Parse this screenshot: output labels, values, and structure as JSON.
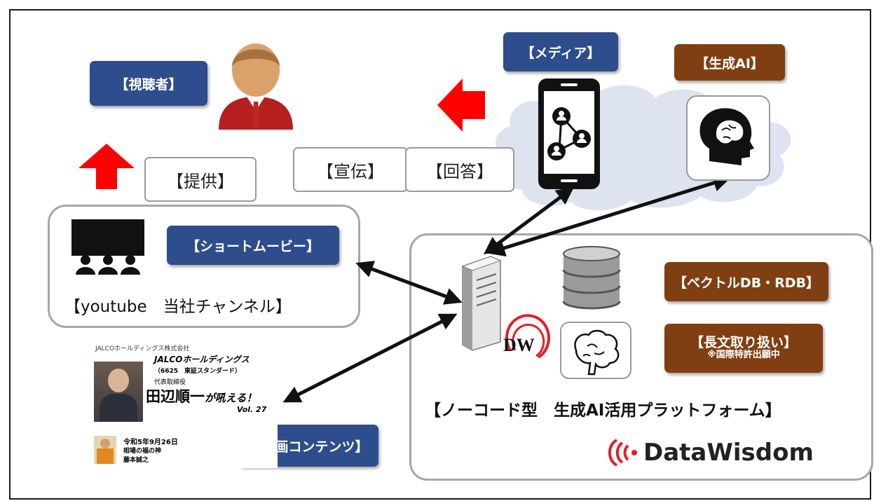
{
  "labels": {
    "viewer": "【視聴者】",
    "media": "【メディア】",
    "gen_ai": "【生成AI】",
    "provide": "【提供】",
    "ad": "【宣伝】",
    "answer": "【回答】",
    "short_movie": "【ショートムービー】",
    "youtube_channel": "【youtube　当社チャンネル】",
    "vector_db": "【ベクトルDB・RDB】",
    "long_text": "【長文取り扱い】",
    "patent_note": "※国際特許出願中",
    "platform": "【ノーコード型　生成AI活用プラットフォーム】",
    "video_content": "【動画コンテンツ】"
  },
  "dw_logo": "DW",
  "brand": "DataWisdom",
  "thumbnail": {
    "company_header": "JALCOホールディングス株式会社",
    "company": "JALCOホールディングス",
    "ticker": "（6625　東証スタンダード）",
    "role": "代表取締役",
    "title_name": "田辺順一",
    "title_rest": "が吼える！",
    "vol": "Vol. 27",
    "date": "令和5年9月26日",
    "guest_line1": "相場の福の神",
    "guest_line2": "藤本誠之"
  },
  "colors": {
    "blue_tag": "#2e4d8c",
    "brown_tag": "#7f3f12",
    "red_arrow": "#ff0000",
    "brand_red": "#e0202a"
  },
  "icons": [
    "person-icon",
    "smartphone-icon",
    "network-icon",
    "ai-head-icon",
    "audience-screen-icon",
    "server-icon",
    "database-icon",
    "brain-icon",
    "cloud-icon"
  ]
}
